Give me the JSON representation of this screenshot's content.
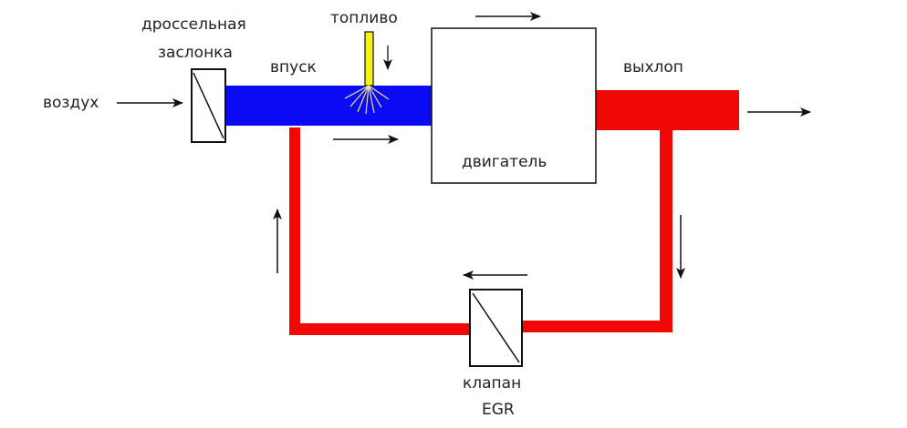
{
  "labels": {
    "air": "воздух",
    "throttle_line1": "дроссельная",
    "throttle_line2": "заслонка",
    "intake": "впуск",
    "fuel": "топливо",
    "engine": "двигатель",
    "exhaust": "выхлоп",
    "egr_line1": "клапан",
    "egr_line2": "EGR"
  },
  "colors": {
    "intake": "#0a0af5",
    "exhaust": "#f20707",
    "fuel": "#f5f50f",
    "fuel_spray": "#f0e68c",
    "outline": "#111111",
    "text": "#222222"
  }
}
